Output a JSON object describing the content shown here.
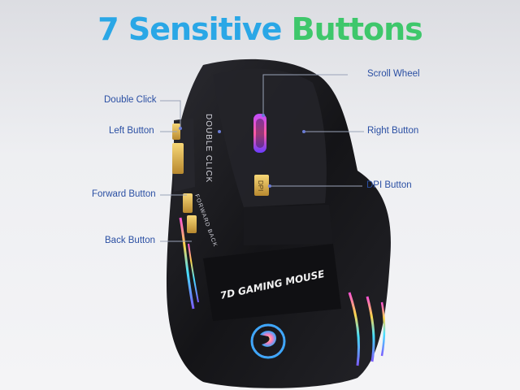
{
  "title": {
    "part1": "7 Sensitive",
    "part2": "Buttons"
  },
  "labels": {
    "double_click": "Double Click",
    "left_button": "Left Button",
    "forward_button": "Forward Button",
    "back_button": "Back Button",
    "scroll_wheel": "Scroll Wheel",
    "right_button": "Right Button",
    "dpi_button": "DPI Button"
  },
  "mouse_text": {
    "double_click": "DOUBLE CLICK",
    "forward_back": "FORWARD BACK",
    "brand": "7D GAMING MOUSE",
    "dpi": "DPI"
  },
  "colors": {
    "title_blue": "#2aa7e6",
    "title_green": "#3ec76b",
    "label_blue": "#2a4fa3",
    "mouse_body": "#1b1b1f"
  },
  "icons": [
    "dragon-logo-icon"
  ]
}
